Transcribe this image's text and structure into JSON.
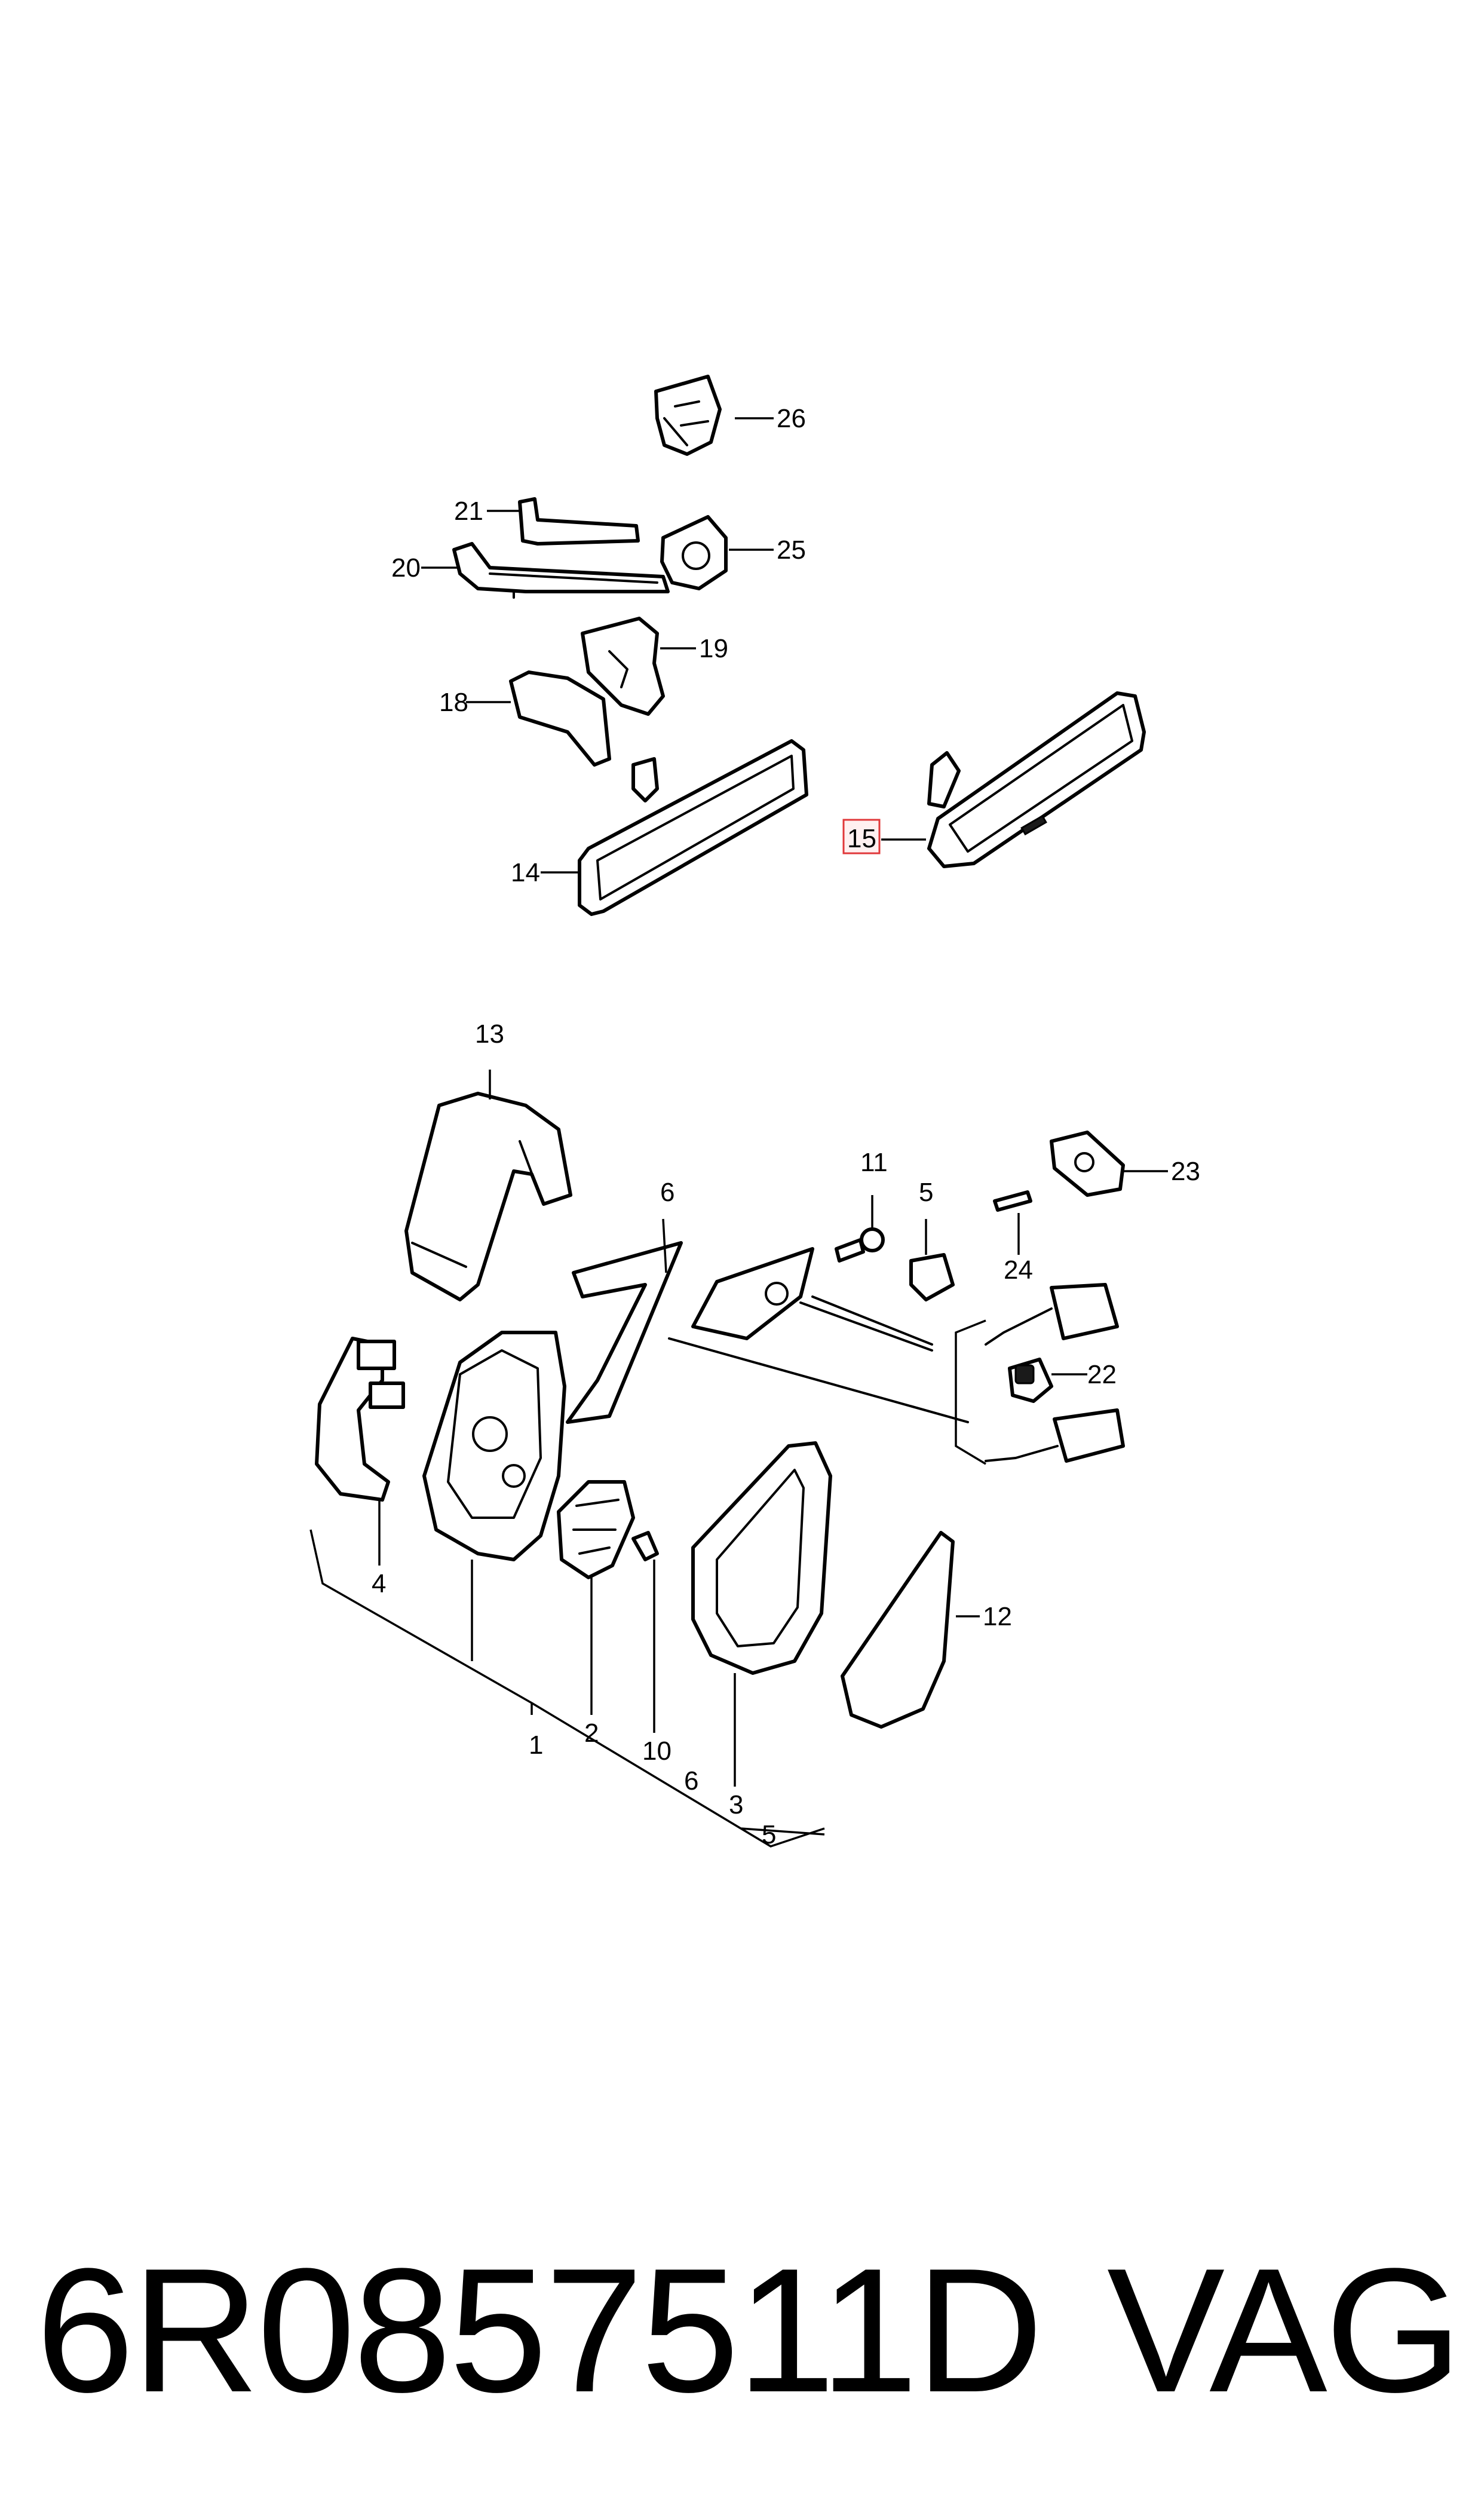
{
  "footer": {
    "part_number": "6R0857511D",
    "brand": "VAG"
  },
  "highlighted_callout": "15",
  "callouts": {
    "c1": "1",
    "c2": "2",
    "c3": "3",
    "c4": "4",
    "c5a": "5",
    "c5b": "5",
    "c6a": "6",
    "c6b": "6",
    "c10": "10",
    "c11": "11",
    "c12": "12",
    "c13": "13",
    "c14": "14",
    "c15": "15",
    "c18": "18",
    "c19": "19",
    "c20": "20",
    "c21": "21",
    "c22": "22",
    "c23": "23",
    "c24": "24",
    "c25": "25",
    "c26": "26"
  },
  "colors": {
    "line": "#000000",
    "highlight": "#e0383a",
    "background": "#ffffff"
  }
}
